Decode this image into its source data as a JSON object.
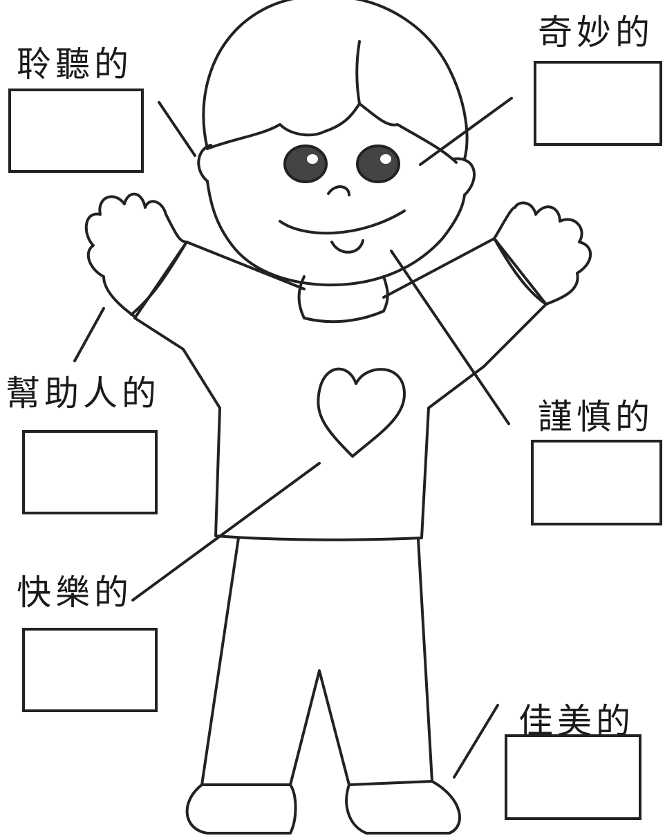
{
  "worksheet": {
    "labels": {
      "listening": "聆聽的",
      "wonderful": "奇妙的",
      "helpful": "幫助人的",
      "careful": "謹慎的",
      "happy": "快樂的",
      "beautiful": "佳美的"
    }
  },
  "colors": {
    "ink": "#222222",
    "paper": "#ffffff"
  }
}
